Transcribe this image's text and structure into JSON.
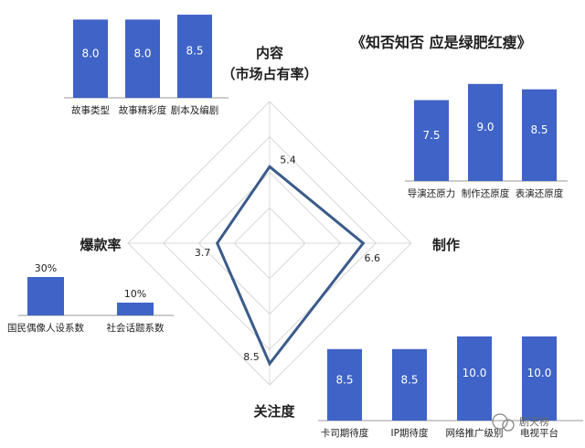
{
  "title": "《知否知否 应是绿肥红瘦》",
  "chart_data": [
    {
      "type": "radar",
      "axes": [
        {
          "label_line1": "内容",
          "label_line2": "（市场占有率）",
          "value": 5.4
        },
        {
          "label_line1": "制作",
          "label_line2": "",
          "value": 6.6
        },
        {
          "label_line1": "关注度",
          "label_line2": "",
          "value": 8.5
        },
        {
          "label_line1": "爆款率",
          "label_line2": "",
          "value": 3.7
        }
      ],
      "range": [
        0,
        10
      ],
      "grid_rings": 4,
      "colors": {
        "outline": "#3b5b8a",
        "grid": "#d8d8d8"
      }
    },
    {
      "type": "bar",
      "group": "内容",
      "categories": [
        "故事类型",
        "故事精彩度",
        "剧本及编剧"
      ],
      "values": [
        8.0,
        8.0,
        8.5
      ],
      "labels": [
        "8.0",
        "8.0",
        "8.5"
      ],
      "ylim": [
        0,
        10
      ],
      "color": "#3f63c7"
    },
    {
      "type": "bar",
      "group": "制作",
      "categories": [
        "导演还原力",
        "制作还原度",
        "表演还原度"
      ],
      "values": [
        7.5,
        9.0,
        8.5
      ],
      "labels": [
        "7.5",
        "9.0",
        "8.5"
      ],
      "ylim": [
        0,
        10
      ],
      "color": "#3f63c7"
    },
    {
      "type": "bar",
      "group": "关注度",
      "categories": [
        "卡司期待度",
        "IP期待度",
        "网络推广级别",
        "电视平台"
      ],
      "values": [
        8.5,
        8.5,
        10.0,
        10.0
      ],
      "labels": [
        "8.5",
        "8.5",
        "10.0",
        "10.0"
      ],
      "ylim": [
        0,
        10
      ],
      "color": "#3f63c7"
    },
    {
      "type": "bar",
      "group": "爆款率",
      "categories": [
        "国民偶像人设系数",
        "社会话题系数"
      ],
      "values": [
        30,
        10
      ],
      "labels": [
        "30%",
        "10%"
      ],
      "ylim": [
        0,
        100
      ],
      "color": "#3f63c7"
    }
  ],
  "watermark": {
    "icon": "wechat-icon",
    "text": "剧天榜"
  }
}
